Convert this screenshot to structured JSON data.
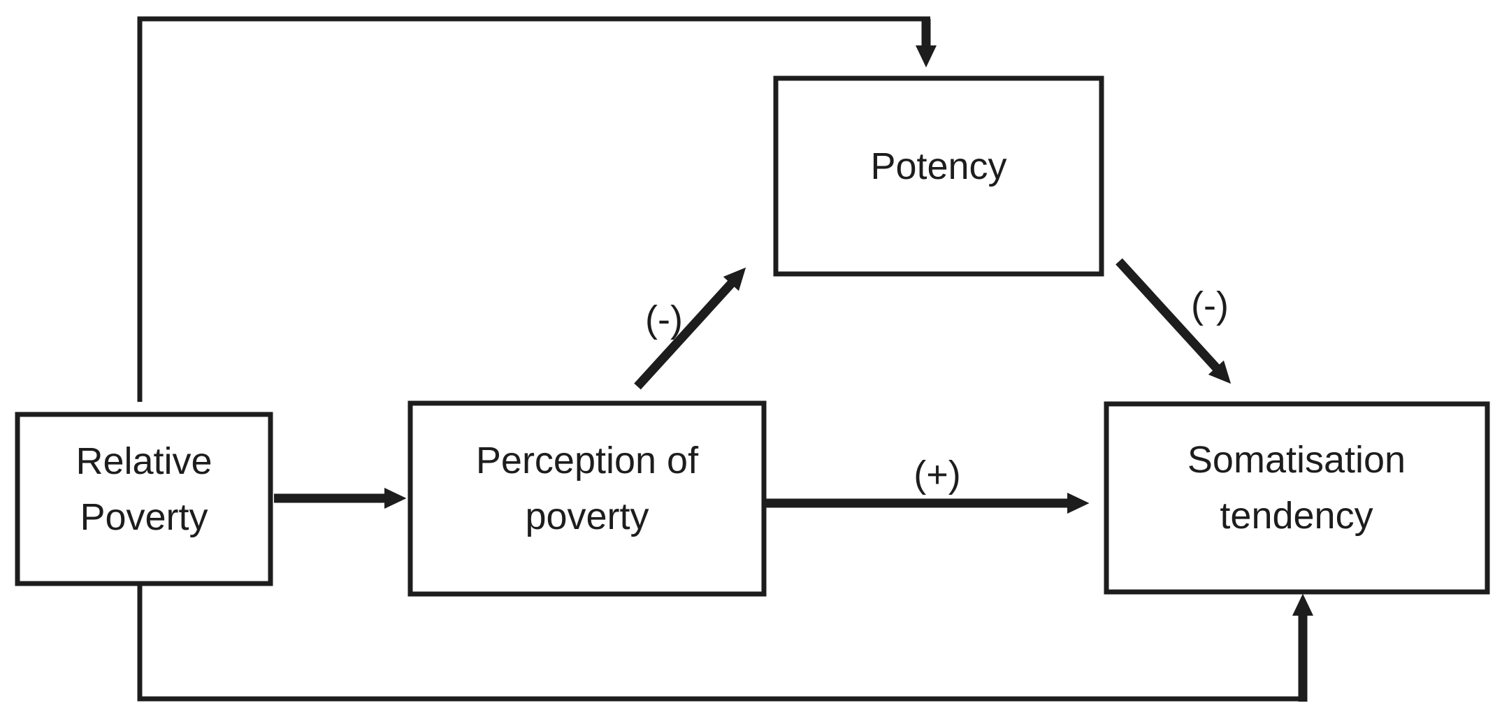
{
  "figure": {
    "background": "#ffffff",
    "ink": "#1d1d1d"
  },
  "nodes": {
    "relative_poverty": {
      "line1": "Relative",
      "line2": "Poverty"
    },
    "perception_of_poverty": {
      "line1": "Perception of",
      "line2": "poverty"
    },
    "potency": {
      "line1": "Potency"
    },
    "somatisation_tendency": {
      "line1": "Somatisation",
      "line2": "tendency"
    }
  },
  "edge_labels": {
    "perception_to_potency": "(-)",
    "potency_to_somatisation": "(-)",
    "perception_to_somatisation": "(+)"
  }
}
